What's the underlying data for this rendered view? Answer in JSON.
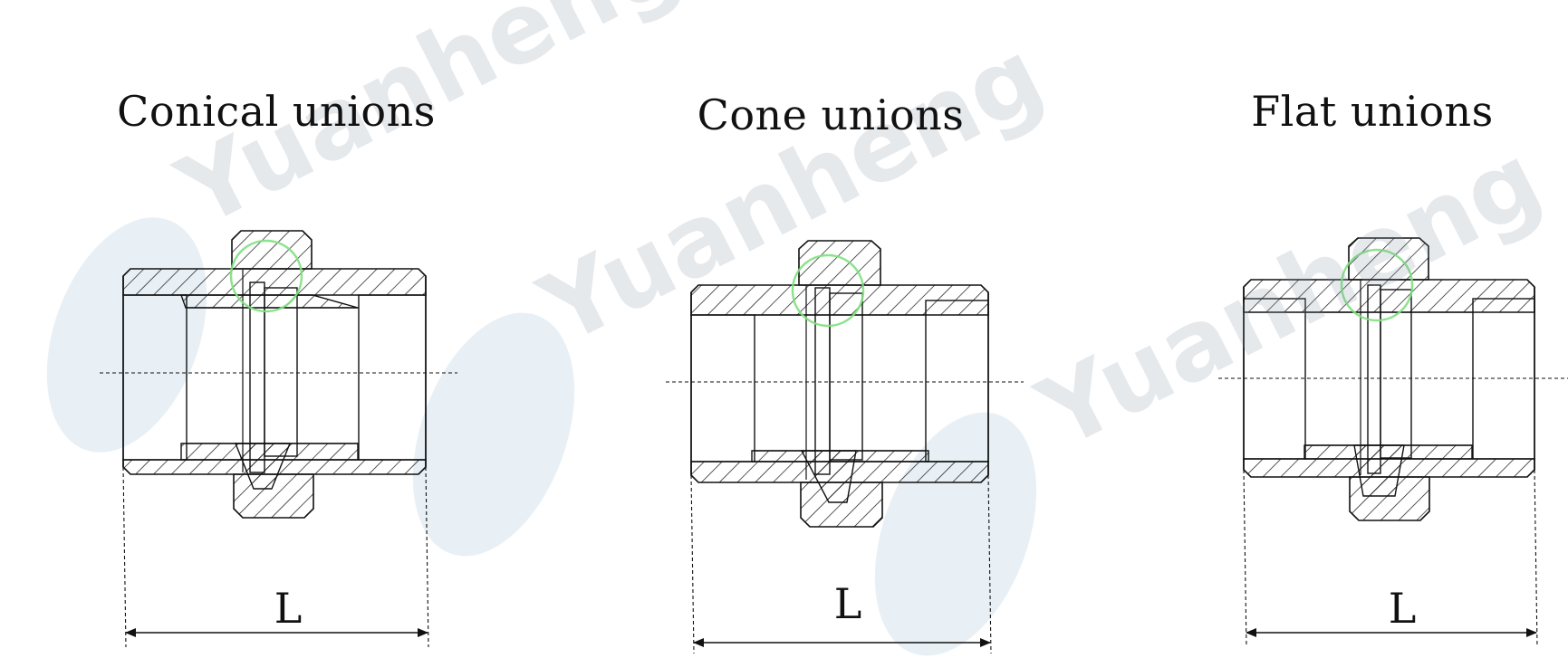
{
  "diagrams": [
    {
      "title": "Conical unions",
      "dimension_label": "L"
    },
    {
      "title": "Cone unions",
      "dimension_label": "L"
    },
    {
      "title": "Flat unions",
      "dimension_label": "L"
    }
  ],
  "watermark": {
    "text": "Yuanheng",
    "color": "#7f93a4"
  },
  "colors": {
    "line": "#111111",
    "highlight": "#7fe07f",
    "background": "#ffffff"
  }
}
